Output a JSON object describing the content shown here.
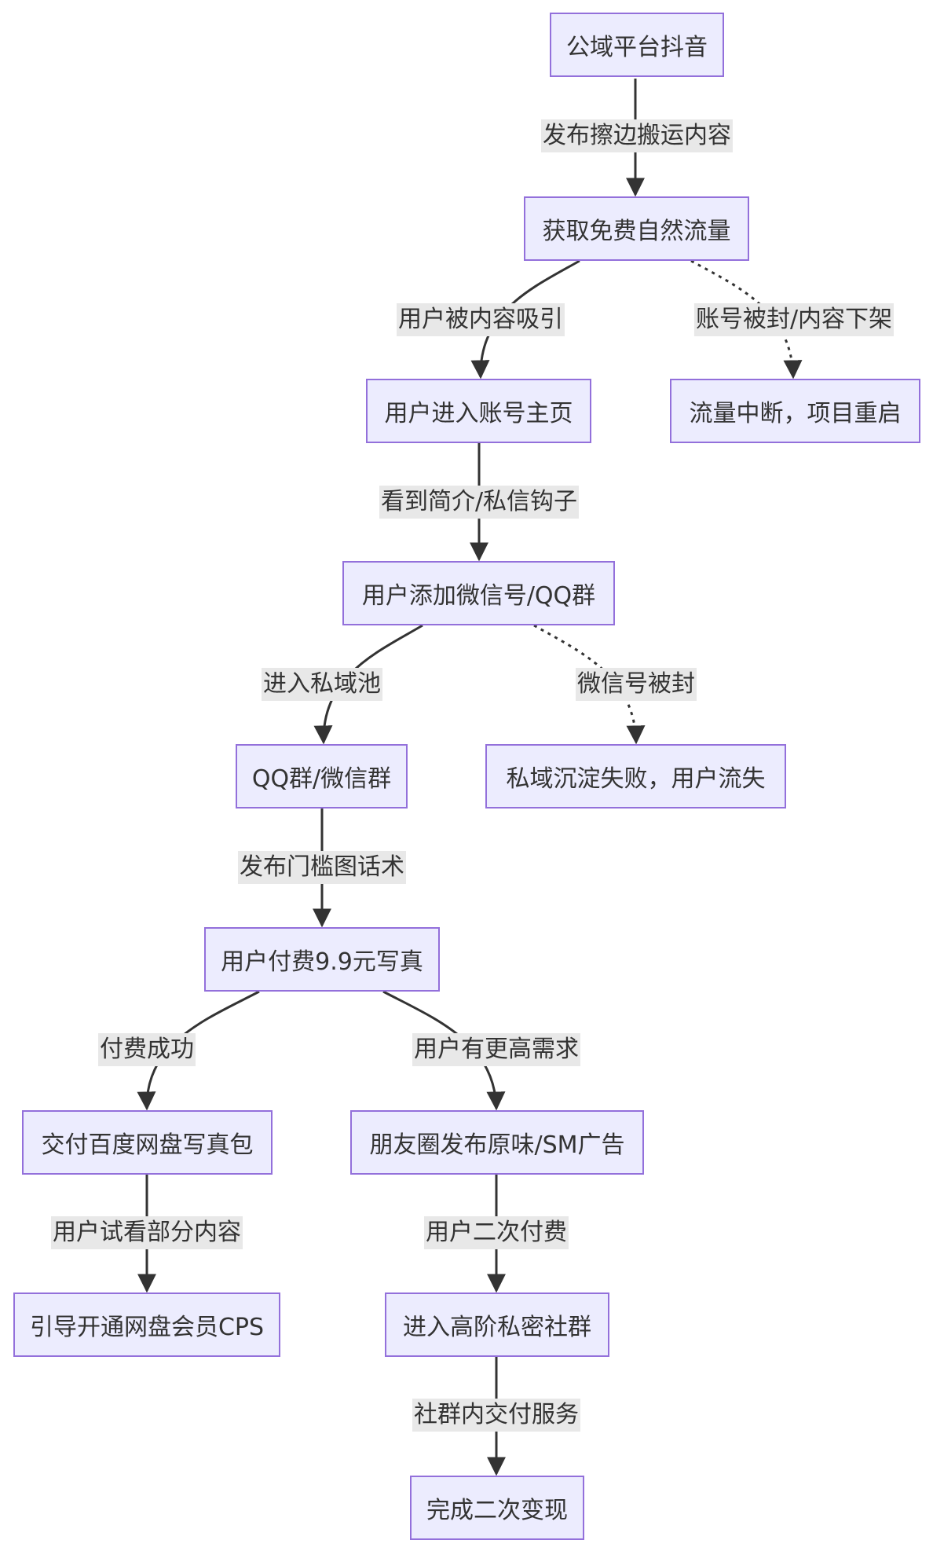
{
  "nodes": {
    "douyin": "公域平台抖音",
    "traffic": "获取免费自然流量",
    "homepage": "用户进入账号主页",
    "interrupt": "流量中断，项目重启",
    "addwechat": "用户添加微信号/QQ群",
    "qqgroup": "QQ群/微信群",
    "privfail": "私域沉淀失败，用户流失",
    "pay99": "用户付费9.9元写真",
    "deliver": "交付百度网盘写真包",
    "moments": "朋友圈发布原味/SM广告",
    "cps": "引导开通网盘会员CPS",
    "advanced": "进入高阶私密社群",
    "second": "完成二次变现"
  },
  "edges": {
    "e1": "发布擦边搬运内容",
    "e2": "用户被内容吸引",
    "e3": "账号被封/内容下架",
    "e4": "看到简介/私信钩子",
    "e5": "进入私域池",
    "e6": "微信号被封",
    "e7": "发布门槛图话术",
    "e8": "付费成功",
    "e9": "用户有更高需求",
    "e10": "用户试看部分内容",
    "e11": "用户二次付费",
    "e12": "社群内交付服务"
  },
  "colors": {
    "node_fill": "#ececfe",
    "node_border": "#9370db",
    "edge": "#333333",
    "label_bg": "#e8e8e8"
  }
}
